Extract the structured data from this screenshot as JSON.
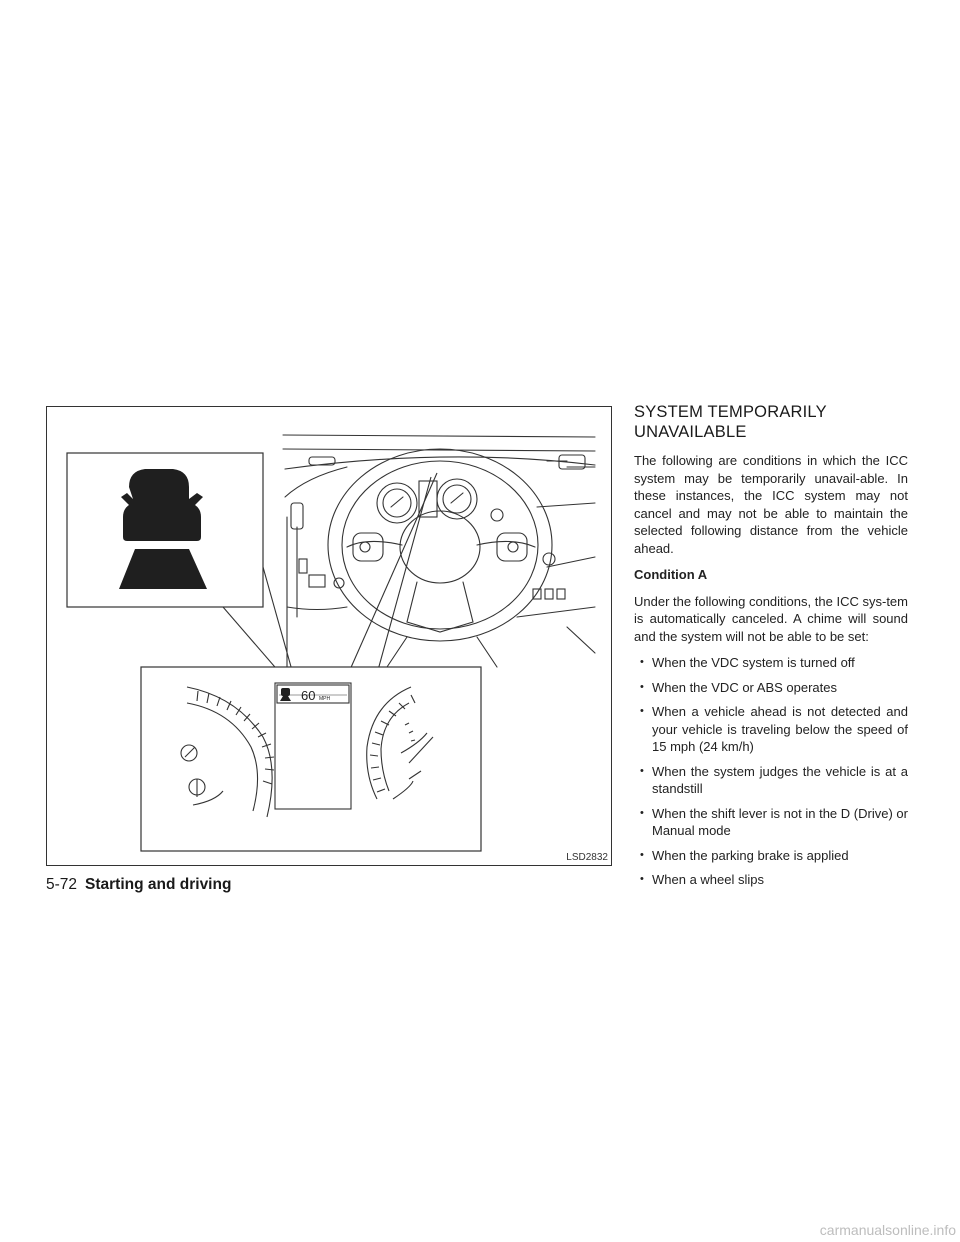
{
  "figure": {
    "code": "LSD2832",
    "display_speed": "60",
    "display_unit": "MPH"
  },
  "section": {
    "heading_line1": "SYSTEM TEMPORARILY",
    "heading_line2": "UNAVAILABLE",
    "intro": "The following are conditions in which the ICC system may be temporarily unavail-able. In these instances, the ICC system may not cancel and may not be able to maintain the selected following distance from the vehicle ahead.",
    "subheading": "Condition A",
    "condition_text": "Under the following conditions, the ICC sys-tem is automatically canceled. A chime will sound and the system will not be able to be set:",
    "bullets": [
      "When the VDC system is turned off",
      "When the VDC or ABS operates",
      "When a vehicle ahead is not detected and your vehicle is traveling below the speed of 15 mph (24 km/h)",
      "When the system judges the vehicle is at a standstill",
      "When the shift lever is not in the D (Drive) or Manual mode",
      "When the parking brake is applied",
      "When a wheel slips"
    ]
  },
  "footer": {
    "page": "5-72",
    "section": "Starting and driving"
  },
  "watermark": "carmanualsonline.info"
}
